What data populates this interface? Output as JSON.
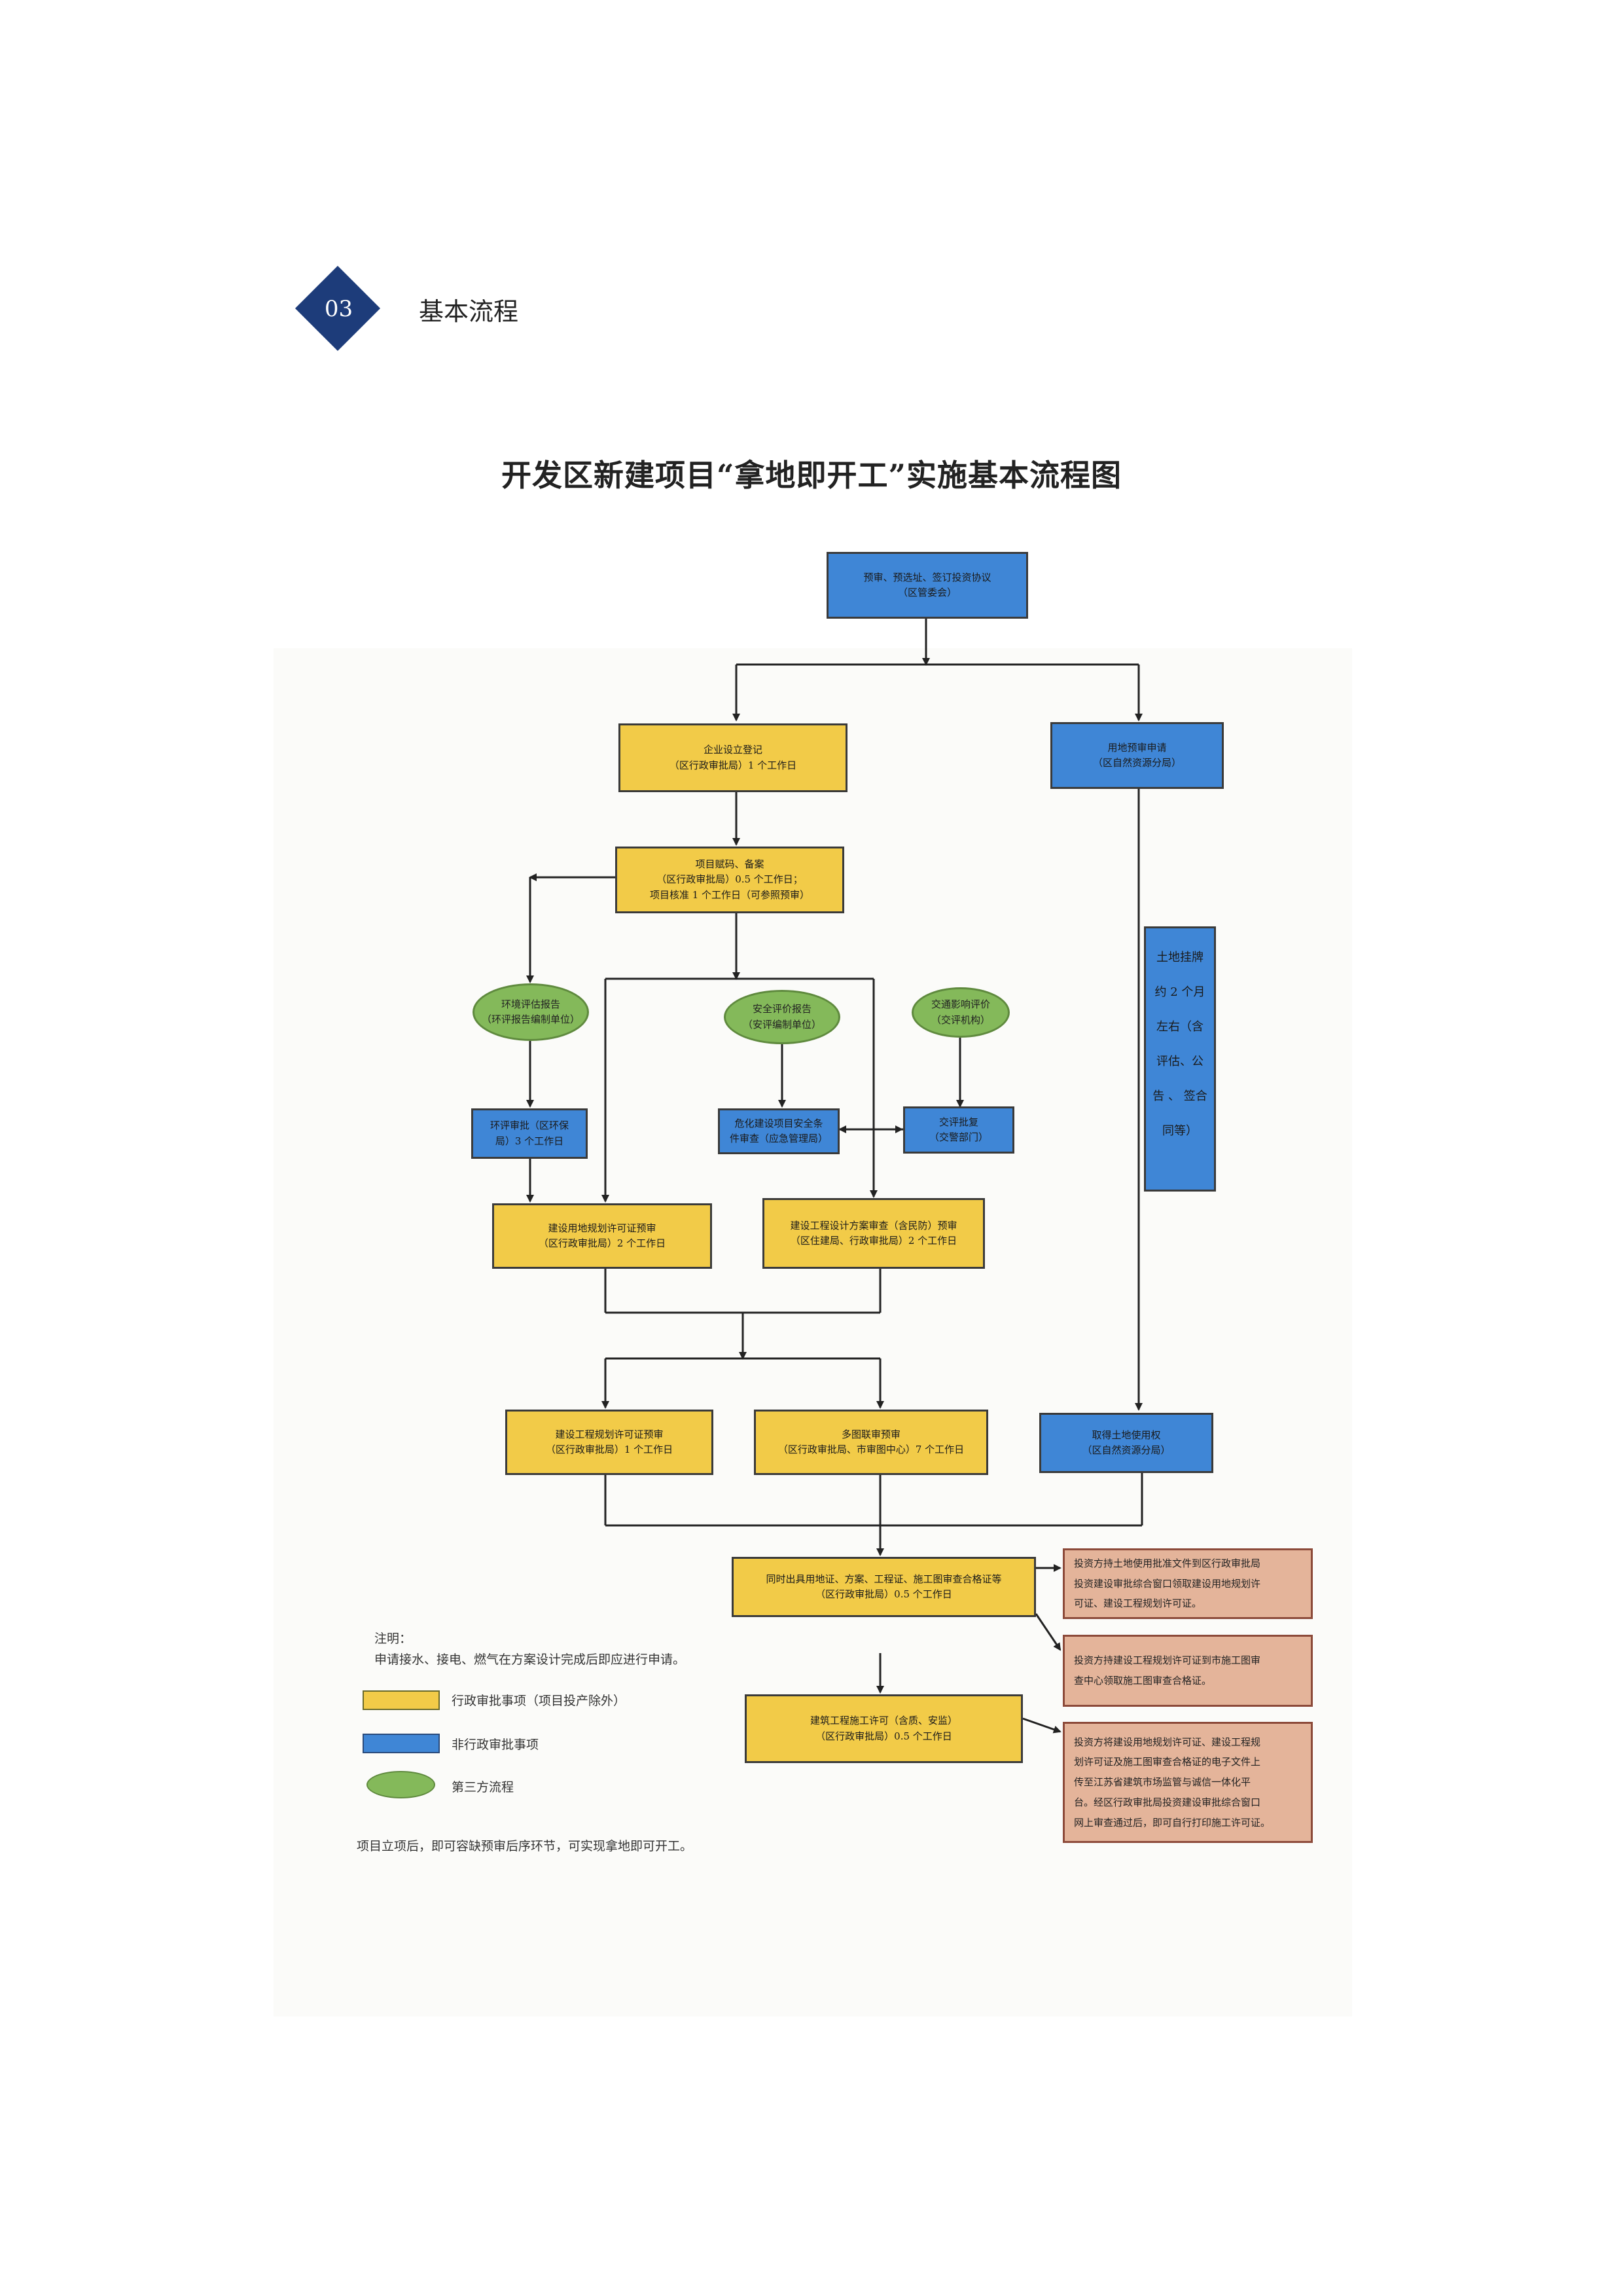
{
  "header": {
    "number": "03",
    "section_title": "基本流程"
  },
  "title": "开发区新建项目“拿地即开工”实施基本流程图",
  "nodes": {
    "presign": "预审、预选址、签订投资协议\n（区管委会）",
    "enterprise": "企业设立登记\n（区行政审批局）1 个工作日",
    "land_preapply": "用地预审申请\n（区自然资源分局）",
    "project_code": "项目赋码、备案\n（区行政审批局）0.5 个工作日；\n项目核准 1 个工作日（可参照预审）",
    "env_report": "环境评估报告\n（环评报告编制单位）",
    "safety_report": "安全评价报告\n（安评编制单位）",
    "traffic_report": "交通影响评价\n（交评机构）",
    "env_approval": "环评审批（区环保\n局）3 个工作日",
    "hazard_review": "危化建设项目安全条\n件审查（应急管理局）",
    "traffic_approval": "交评批复\n（交警部门）",
    "land_plan_permit": "建设用地规划许可证预审\n（区行政审批局）2 个工作日",
    "design_review": "建设工程设计方案审查（含民防）预审\n（区住建局、行政审批局）2 个工作日",
    "eng_plan_permit": "建设工程规划许可证预审\n（区行政审批局）1 个工作日",
    "multi_review": "多图联审预审\n（区行政审批局、市审图中心）7 个工作日",
    "land_auction": "土地挂牌\n约 2 个月\n左右（含\n评估、公\n告 、 签合\n同等）",
    "land_right": "取得土地使用权\n（区自然资源分局）",
    "issue_certs": "同时出具用地证、方案、工程证、施工图审查合格证等\n（区行政审批局）0.5 个工作日",
    "construction_permit": "建筑工程施工许可（含质、安监）\n（区行政审批局）0.5 个工作日",
    "note1": "投资方持土地使用批准文件到区行政审批局\n投资建设审批综合窗口领取建设用地规划许\n可证、建设工程规划许可证。",
    "note2": "投资方持建设工程规划许可证到市施工图审\n查中心领取施工图审查合格证。",
    "note3": "投资方将建设用地规划许可证、建设工程规\n划许可证及施工图审查合格证的电子文件上\n传至江苏省建筑市场监管与诚信一体化平\n台。经区行政审批局投资建设审批综合窗口\n网上审查通过后，即可自行打印施工许可证。"
  },
  "notes": {
    "label": "注明：",
    "line": "申请接水、接电、燃气在方案设计完成后即应进行申请。",
    "footer": "项目立项后，即可容缺预审后序环节，可实现拿地即可开工。"
  },
  "legend": [
    {
      "label": "行政审批事项（项目投产除外）",
      "color": "#f2cb48"
    },
    {
      "label": "非行政审批事项",
      "color": "#3f86d6"
    },
    {
      "label": "第三方流程",
      "color": "#84b95a"
    }
  ],
  "colors": {
    "admin": "#f2cb48",
    "non_admin": "#3f86d6",
    "third_party": "#84b95a",
    "note_box": "#e4b49a",
    "header_diamond": "#1d3c7a"
  }
}
